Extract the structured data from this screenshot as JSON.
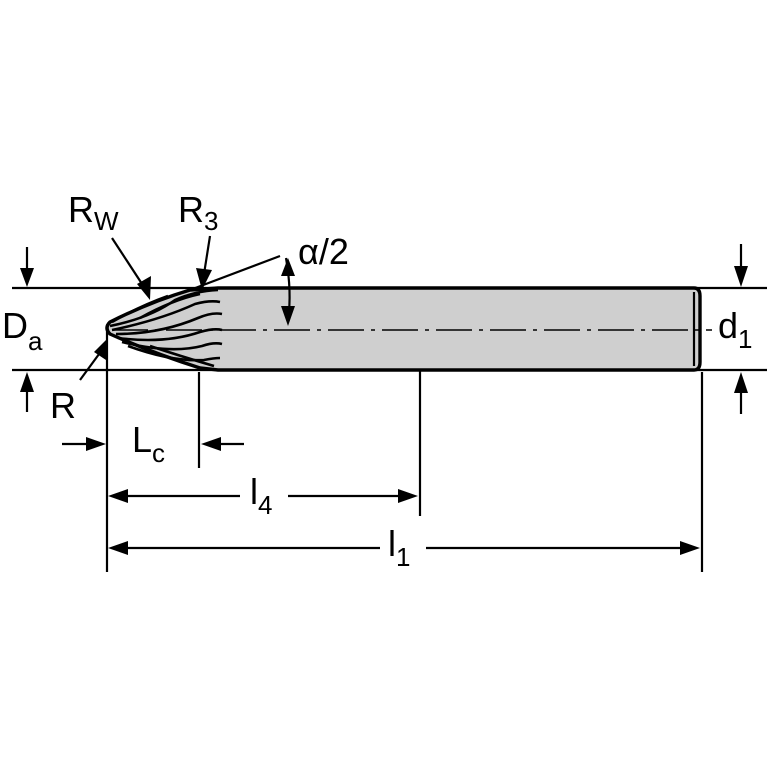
{
  "labels": {
    "rw": {
      "main": "R",
      "sub": "W"
    },
    "r3": {
      "main": "R",
      "sub": "3"
    },
    "alpha": {
      "main": "α/2"
    },
    "da": {
      "main": "D",
      "sub": "a"
    },
    "d1": {
      "main": "d",
      "sub": "1"
    },
    "r": {
      "main": "R"
    },
    "lc": {
      "main": "L",
      "sub": "c"
    },
    "l4": {
      "main": "l",
      "sub": "4"
    },
    "l1": {
      "main": "l",
      "sub": "1"
    }
  },
  "colors": {
    "body_fill": "#cfcfcf",
    "line": "#000000",
    "background": "#ffffff"
  }
}
